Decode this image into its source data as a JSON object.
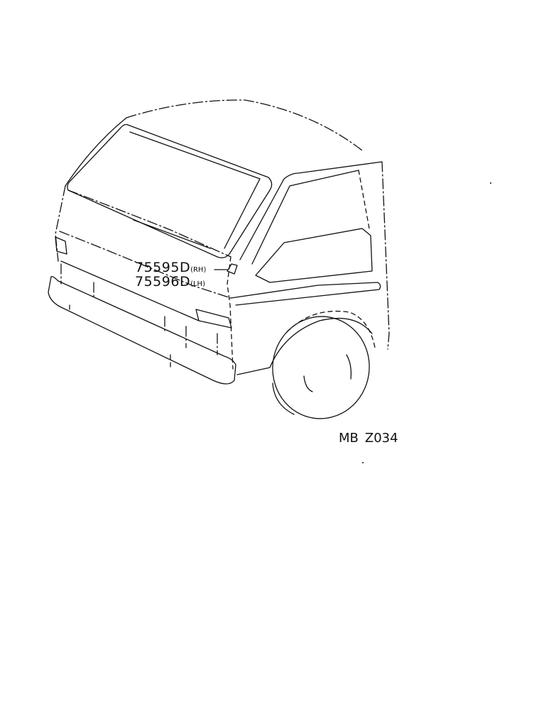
{
  "callouts": [
    {
      "part_number": "75595D",
      "side": "(RH)"
    },
    {
      "part_number": "75596D",
      "side": "(LH)"
    }
  ],
  "figure_code": {
    "prefix": "MB",
    "code": "Z034"
  }
}
